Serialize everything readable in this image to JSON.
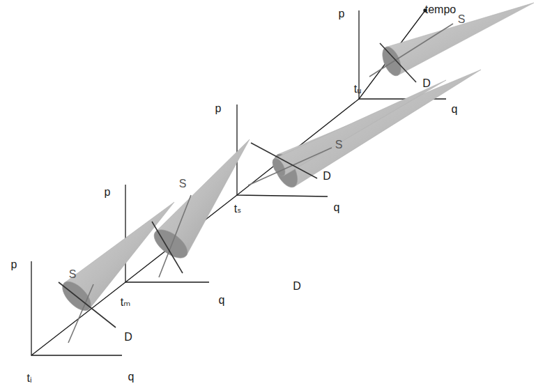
{
  "diagram": {
    "labels": [
      "p",
      "tempo",
      "S",
      "tᵤ",
      "D",
      "q",
      "p",
      "S",
      "D",
      "tₛ",
      "q",
      "p",
      "S",
      "tₘ",
      "q",
      "D",
      "p",
      "S",
      "D",
      "tᵢ",
      "q"
    ]
  }
}
